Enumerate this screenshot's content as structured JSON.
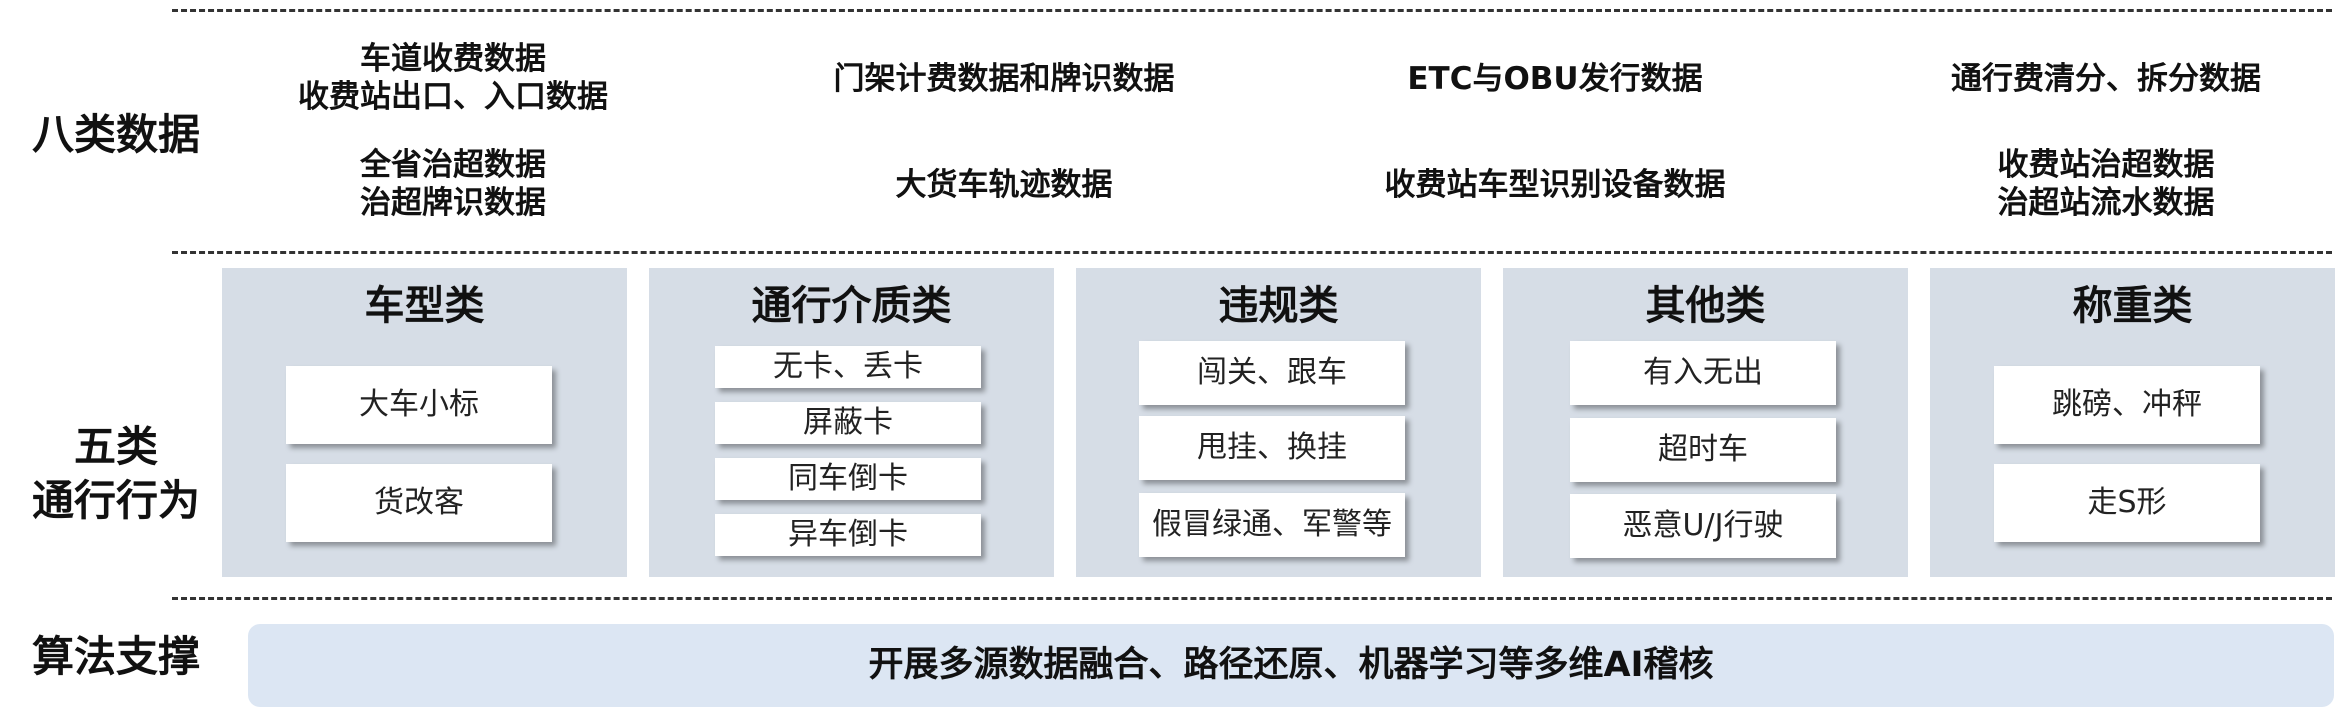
{
  "labels": {
    "eight_types": "八类数据",
    "five_types_1": "五类",
    "five_types_2": "通行行为",
    "algorithm": "算法支撑"
  },
  "data_items": [
    [
      "车道收费数据",
      "收费站出口、入口数据"
    ],
    [
      "门架计费数据和牌识数据"
    ],
    [
      "ETC与OBU发行数据"
    ],
    [
      "通行费清分、拆分数据"
    ],
    [
      "全省治超数据",
      "治超牌识数据"
    ],
    [
      "大货车轨迹数据"
    ],
    [
      "收费站车型识别设备数据"
    ],
    [
      "收费站治超数据",
      "治超站流水数据"
    ]
  ],
  "categories": [
    {
      "title": "车型类",
      "items": [
        "大车小标",
        "货改客"
      ]
    },
    {
      "title": "通行介质类",
      "items": [
        "无卡、丢卡",
        "屏蔽卡",
        "同车倒卡",
        "异车倒卡"
      ]
    },
    {
      "title": "违规类",
      "items": [
        "闯关、跟车",
        "甩挂、换挂",
        "假冒绿通、军警等"
      ]
    },
    {
      "title": "其他类",
      "items": [
        "有入无出",
        "超时车",
        "恶意U/J行驶"
      ]
    },
    {
      "title": "称重类",
      "items": [
        "跳磅、冲秤",
        "走S形"
      ]
    }
  ],
  "algorithm_text": "开展多源数据融合、路径还原、机器学习等多维AI稽核"
}
